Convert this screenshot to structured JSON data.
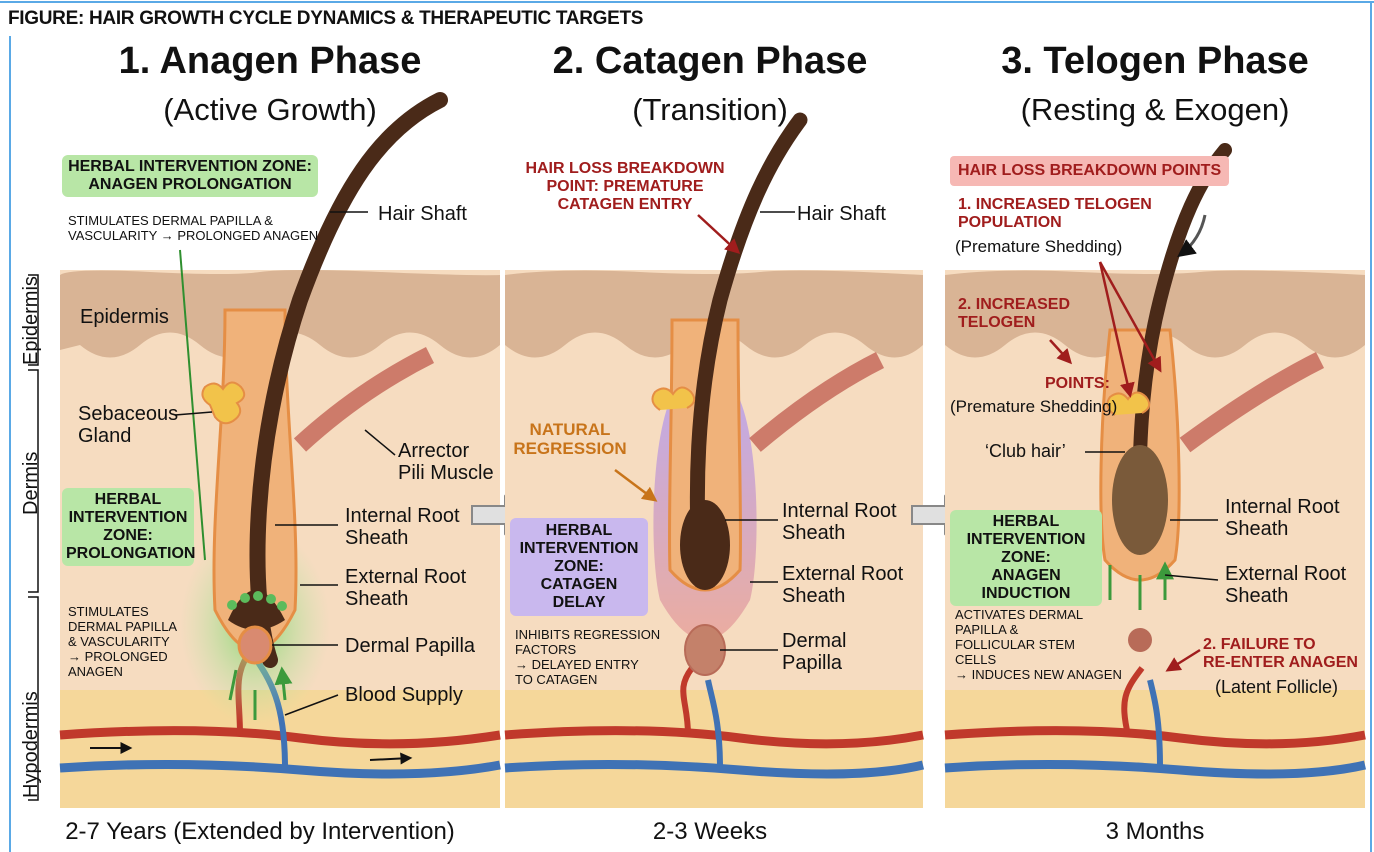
{
  "figure_title": "FIGURE: HAIR GROWTH CYCLE DYNAMICS & THERAPEUTIC TARGETS",
  "layers": {
    "epidermis": "Epidermis",
    "dermis": "Dermis",
    "hypodermis": "Hypodermis"
  },
  "phases": [
    {
      "title": "1. Anagen Phase",
      "subtitle": "(Active Growth)",
      "duration": "2-7 Years (Extended by Intervention)",
      "labels": {
        "hair_shaft": "Hair Shaft",
        "epidermis": "Epidermis",
        "sebaceous": "Sebaceous\nGland",
        "arrector": "Arrector\nPili Muscle",
        "irs": "Internal Root\nSheath",
        "ers": "External Root\nSheath",
        "dermal_papilla": "Dermal Papilla",
        "blood_supply": "Blood Supply"
      },
      "zone_top": {
        "title": "HERBAL INTERVENTION ZONE:\nANAGEN PROLONGATION",
        "desc": "STIMULATES DERMAL PAPILLA &\nVASCULARITY → PROLONGED ANAGEN"
      },
      "zone_mid": {
        "title": "HERBAL\nINTERVENTION\nZONE:\nPROLONGATION",
        "desc": "STIMULATES\nDERMAL PAPILLA\n& VASCULARITY\n→ PROLONGED\nANAGEN"
      }
    },
    {
      "title": "2. Catagen Phase",
      "subtitle": "(Transition)",
      "duration": "2-3 Weeks",
      "labels": {
        "hair_shaft": "Hair Shaft",
        "irs": "Internal Root\nSheath",
        "ers": "External Root\nSheath",
        "dermal_papilla": "Dermal\nPapilla"
      },
      "breakdown": "HAIR LOSS BREAKDOWN\nPOINT: PREMATURE\nCATAGEN ENTRY",
      "natural": "NATURAL\nREGRESSION",
      "zone": {
        "title": "HERBAL\nINTERVENTION\nZONE:\nCATAGEN DELAY",
        "desc": "INHIBITS REGRESSION\nFACTORS\n→ DELAYED ENTRY\nTO CATAGEN"
      }
    },
    {
      "title": "3. Telogen Phase",
      "subtitle": "(Resting & Exogen)",
      "duration": "3 Months",
      "labels": {
        "club_hair": "‘Club hair’",
        "irs": "Internal Root\nSheath",
        "ers": "External Root\nSheath"
      },
      "breakdown_header": "HAIR LOSS BREAKDOWN POINTS",
      "point1": "1. INCREASED TELOGEN\nPOPULATION",
      "point1_sub": "(Premature Shedding)",
      "point2": "2. INCREASED\nTELOGEN",
      "points_label": "POINTS:",
      "points_sub": "(Premature Shedding)",
      "failure": "2. FAILURE TO\nRE-ENTER ANAGEN",
      "failure_sub": "(Latent Follicle)",
      "zone": {
        "title": "HERBAL\nINTERVENTION\nZONE:\nANAGEN INDUCTION",
        "desc": "ACTIVATES DERMAL\nPAPILLA &\nFOLLICULAR STEM\nCELLS\n→ INDUCES NEW ANAGEN"
      }
    }
  ],
  "colors": {
    "skin": "#f6dcc0",
    "epidermis": "#d9b495",
    "fat": "#f5d79a",
    "hair": "#4a2a18",
    "artery": "#c0392b",
    "vein": "#3f72b5",
    "green": "#b8e6a6",
    "purple": "#c9b8ee",
    "red": "#a01d1d",
    "orange": "#c8741a",
    "frame": "#5aa9e6"
  }
}
